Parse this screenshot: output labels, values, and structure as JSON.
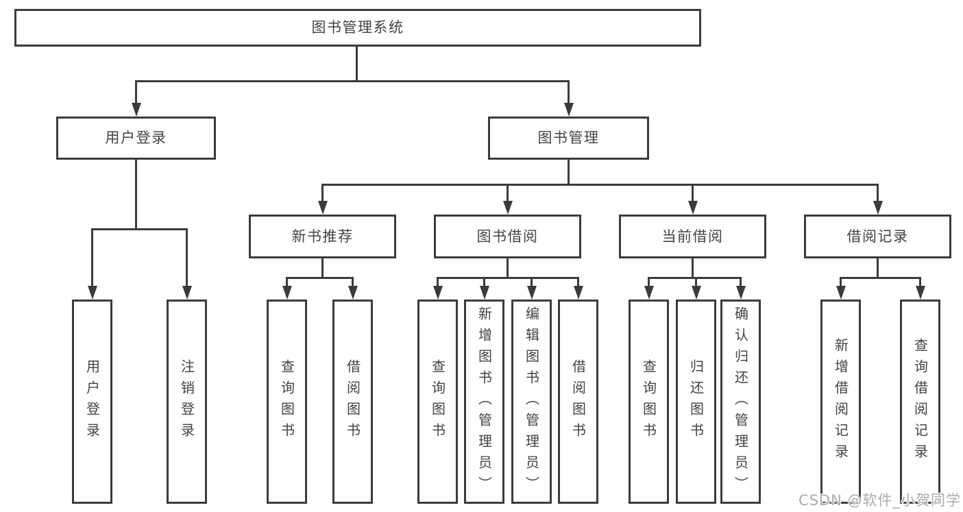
{
  "tree": {
    "label": "图书管理系统",
    "children": [
      {
        "label": "用户登录",
        "children": [
          {
            "label": "用户登录"
          },
          {
            "label": "注销登录"
          }
        ]
      },
      {
        "label": "图书管理",
        "children": [
          {
            "label": "新书推荐",
            "children": [
              {
                "label": "查询图书"
              },
              {
                "label": "借阅图书"
              }
            ]
          },
          {
            "label": "图书借阅",
            "children": [
              {
                "label": "查询图书"
              },
              {
                "label": "新增图书（管理员）"
              },
              {
                "label": "编辑图书（管理员）"
              },
              {
                "label": "借阅图书"
              }
            ]
          },
          {
            "label": "当前借阅",
            "children": [
              {
                "label": "查询图书"
              },
              {
                "label": "归还图书"
              },
              {
                "label": "确认归还（管理员）"
              }
            ]
          },
          {
            "label": "借阅记录",
            "children": [
              {
                "label": "新增借阅记录"
              },
              {
                "label": "查询借阅记录"
              }
            ]
          }
        ]
      }
    ]
  },
  "watermark": "CSDN @软件_小贺同学",
  "colors": {
    "line": "#3b3b3b",
    "text": "#3f4348",
    "background": "#ffffff",
    "watermark": "#ababab"
  }
}
